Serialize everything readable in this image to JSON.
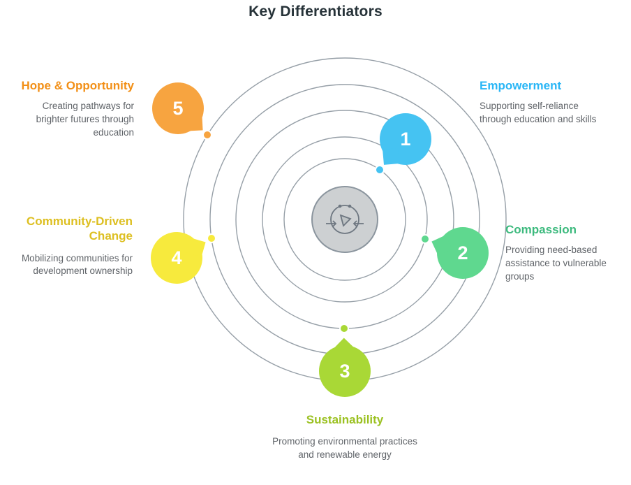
{
  "title": "Key Differentiators",
  "colors": {
    "title_text": "#263238",
    "description_text": "#5f6368",
    "spiral_line": "#8b959e",
    "center_fill": "#cdd0d2",
    "center_border": "#8b959e",
    "icon_stroke": "#6d7680",
    "number_text": "#ffffff"
  },
  "center": {
    "icon": "compass-icon"
  },
  "items": [
    {
      "number": "1",
      "label": "Empowerment",
      "description": "Supporting self-reliance through education and skills",
      "bubble_color": "#45c3f2",
      "label_color": "#29b6f6"
    },
    {
      "number": "2",
      "label": "Compassion",
      "description": "Providing need-based assistance to vulnerable groups",
      "bubble_color": "#5fd88f",
      "label_color": "#3dba7e"
    },
    {
      "number": "3",
      "label": "Sustainability",
      "description": "Promoting environmental practices and renewable energy",
      "bubble_color": "#a9d836",
      "label_color": "#9bc121"
    },
    {
      "number": "4",
      "label": "Community-Driven Change",
      "description": "Mobilizing communities for development ownership",
      "bubble_color": "#f7ea3d",
      "label_color": "#ddbf21"
    },
    {
      "number": "5",
      "label": "Hope & Opportunity",
      "description": "Creating pathways for brighter futures through education",
      "bubble_color": "#f7a440",
      "label_color": "#f28f16"
    }
  ]
}
